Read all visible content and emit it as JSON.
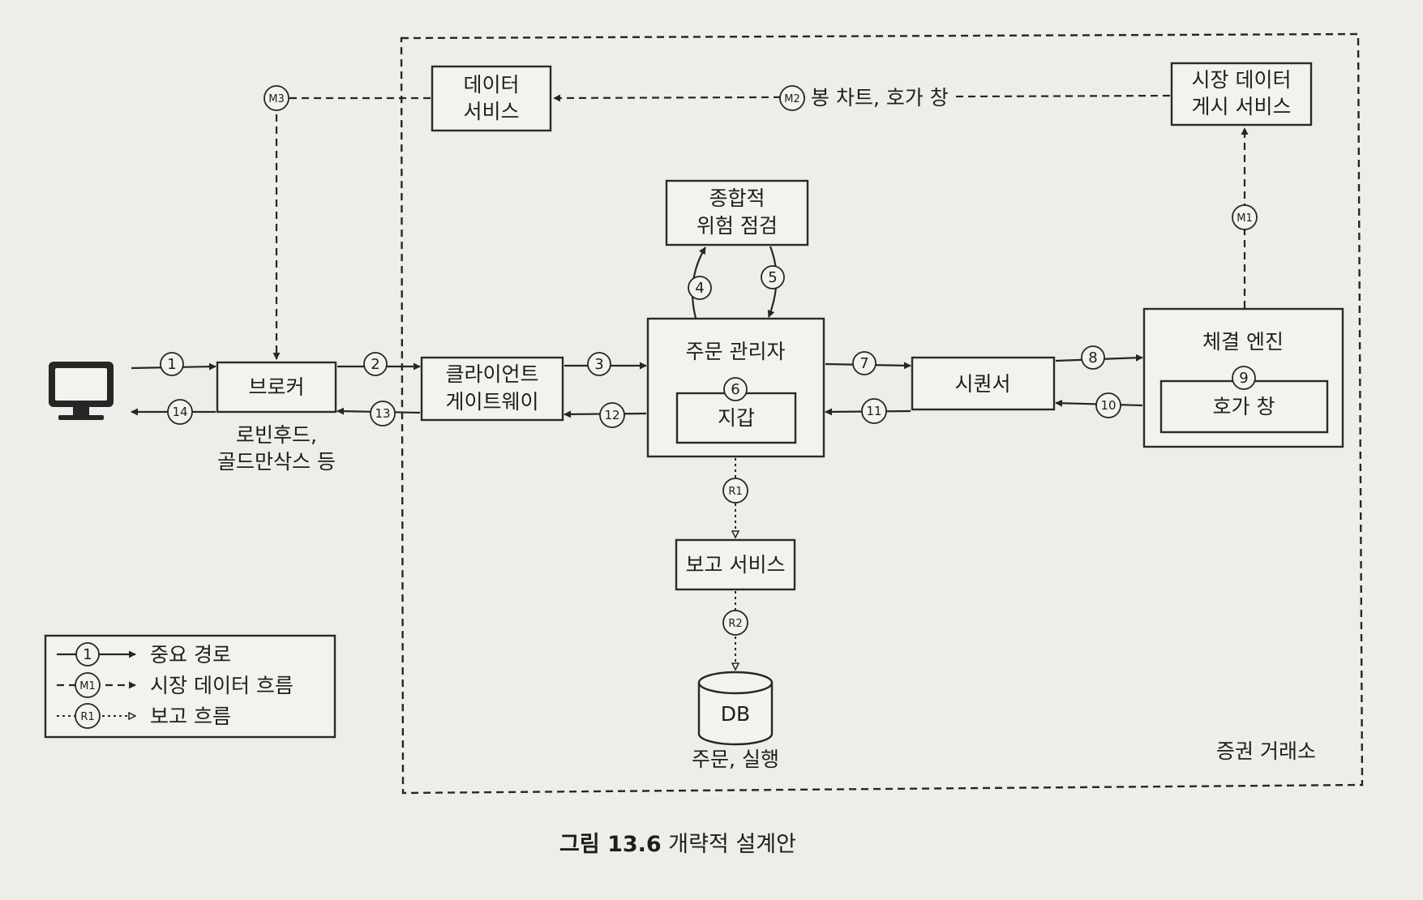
{
  "nodes": {
    "data_service": [
      "데이터",
      "서비스"
    ],
    "market_publisher": [
      "시장 데이터",
      "게시 서비스"
    ],
    "risk_check": [
      "종합적",
      "위험 점검"
    ],
    "order_manager": "주문 관리자",
    "wallet": "지갑",
    "sequencer": "시퀀서",
    "matching_engine": "체결 엔진",
    "order_book": "호가 창",
    "broker": "브로커",
    "broker_examples": [
      "로빈후드,",
      "골드만삭스 등"
    ],
    "client_gateway": [
      "클라이언트",
      "게이트웨이"
    ],
    "reporting_service": "보고 서비스",
    "db": "DB",
    "db_caption": "주문, 실행",
    "exchange": "증권 거래소"
  },
  "edges": {
    "m2_label": "봉 차트, 호가 창",
    "steps": [
      "1",
      "2",
      "3",
      "4",
      "5",
      "6",
      "7",
      "8",
      "9",
      "10",
      "11",
      "12",
      "13",
      "14"
    ],
    "market": [
      "M1",
      "M2",
      "M3"
    ],
    "report": [
      "R1",
      "R2"
    ]
  },
  "legend": {
    "critical_sample": "1",
    "critical": "중요 경로",
    "market_sample": "M1",
    "market": "시장 데이터 흐름",
    "report_sample": "R1",
    "report": "보고 흐름"
  },
  "caption": {
    "figure": "그림 13.6",
    "title": "개략적 설계안"
  }
}
